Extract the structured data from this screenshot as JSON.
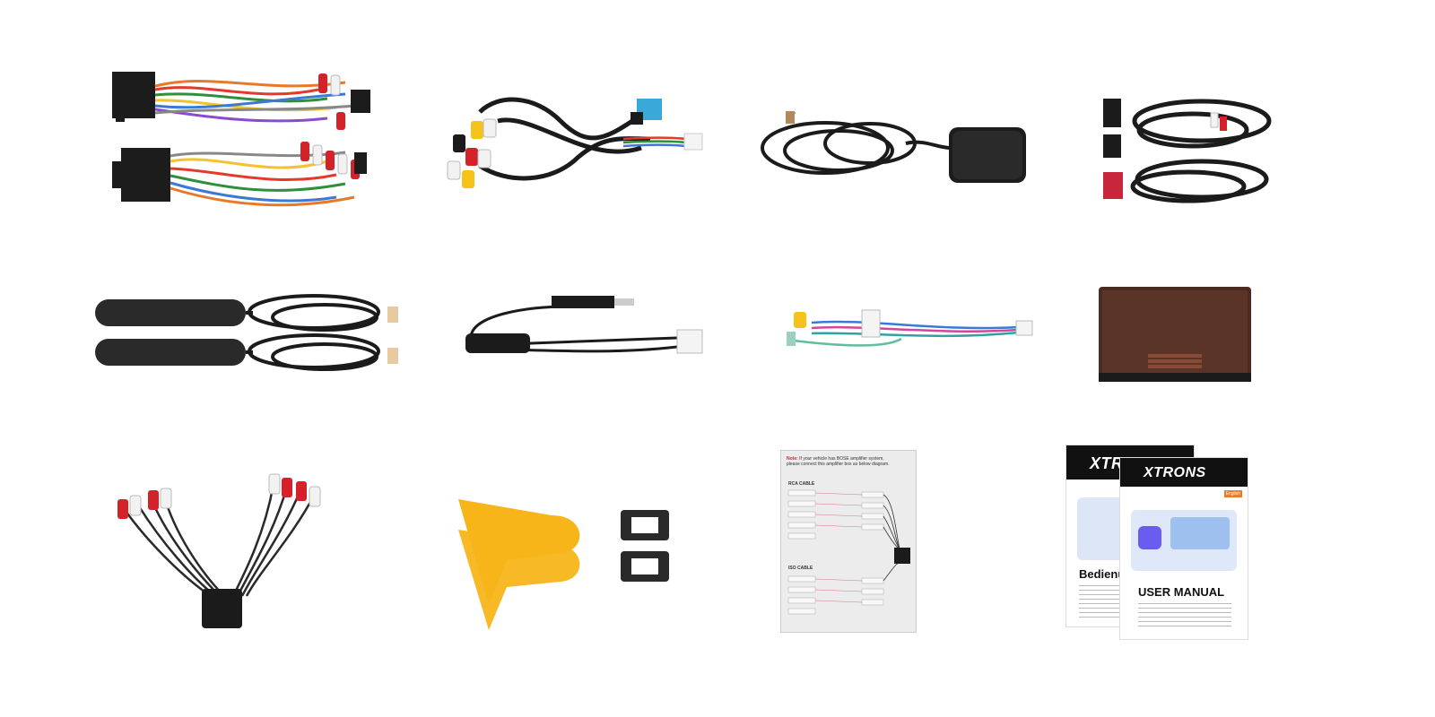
{
  "manual_front": {
    "brand": "XTRONS",
    "language": "English",
    "title": "USER MANUAL"
  },
  "manual_back": {
    "brand": "XTRONS",
    "title": "Bedienun"
  },
  "wiring_diagram": {
    "note_label": "Note:",
    "note_text": "If your vehicle has BOSE amplifier system,",
    "note_text2": "please connect this amplifier box as below diagram.",
    "rca_heading": "RCA CABLE",
    "iso_heading": "ISO CABLE"
  },
  "colors": {
    "rca_red": "#d4222a",
    "rca_white": "#f2f2f2",
    "rca_yellow": "#f5c21a",
    "connector_blue": "#3aa8d8",
    "pry_tool": "#f7b519",
    "box_brown": "#4a2a22",
    "cable_black": "#1b1b1b",
    "brand_black": "#111111"
  }
}
